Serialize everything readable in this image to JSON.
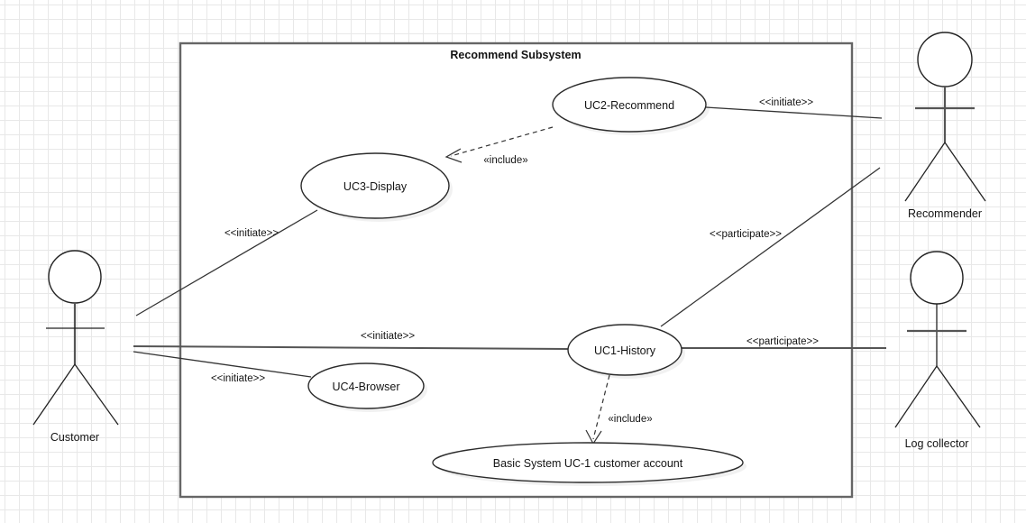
{
  "diagram": {
    "type": "uml-use-case-diagram",
    "boundary": {
      "label": "Recommend Subsystem"
    },
    "use_cases": [
      {
        "id": "uc2",
        "label": "UC2-Recommend"
      },
      {
        "id": "uc3",
        "label": "UC3-Display"
      },
      {
        "id": "uc1",
        "label": "UC1-History"
      },
      {
        "id": "uc4",
        "label": "UC4-Browser"
      },
      {
        "id": "ucbase",
        "label": "Basic System UC-1 customer account"
      }
    ],
    "actors": [
      {
        "id": "customer",
        "label": "Customer"
      },
      {
        "id": "recommender",
        "label": "Recommender"
      },
      {
        "id": "logcollector",
        "label": "Log collector"
      }
    ],
    "relationships": [
      {
        "id": "r1",
        "from": "recommender",
        "to": "uc2",
        "label": "<<initiate>>",
        "kind": "association"
      },
      {
        "id": "r2",
        "from": "uc2",
        "to": "uc3",
        "label": "«include»",
        "kind": "include"
      },
      {
        "id": "r3",
        "from": "customer",
        "to": "uc3",
        "label": "<<initiate>>",
        "kind": "association"
      },
      {
        "id": "r4",
        "from": "customer",
        "to": "uc1",
        "label": "<<initiate>>",
        "kind": "association"
      },
      {
        "id": "r5",
        "from": "customer",
        "to": "uc4",
        "label": "<<initiate>>",
        "kind": "association"
      },
      {
        "id": "r6",
        "from": "recommender",
        "to": "uc1",
        "label": "<<participate>>",
        "kind": "association"
      },
      {
        "id": "r7",
        "from": "logcollector",
        "to": "uc1",
        "label": "<<participate>>",
        "kind": "association"
      },
      {
        "id": "r8",
        "from": "uc1",
        "to": "ucbase",
        "label": "«include»",
        "kind": "include"
      }
    ],
    "colors": {
      "background": "#ffffff",
      "grid": "#e8e8e8",
      "boundary_stroke": "#666666",
      "shape_stroke": "#2b2b2b",
      "text": "#141414"
    }
  }
}
